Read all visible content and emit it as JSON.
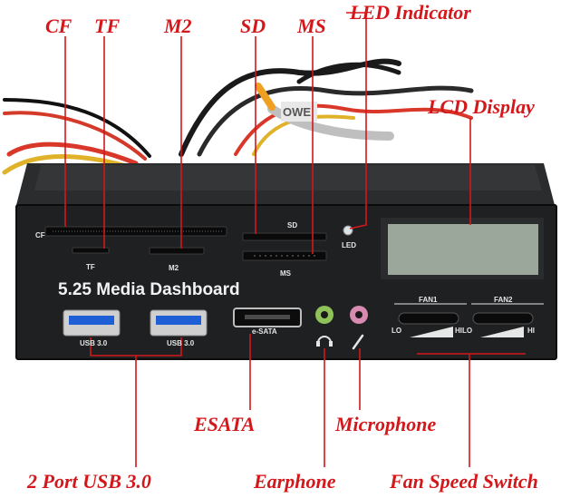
{
  "callouts": {
    "cf": "CF",
    "tf": "TF",
    "m2": "M2",
    "sd": "SD",
    "ms": "MS",
    "led": "LED Indicator",
    "lcd": "LCD Display",
    "esata": "ESATA",
    "microphone": "Microphone",
    "usb": "2 Port USB 3.0",
    "earphone": "Earphone",
    "fan": "Fan Speed Switch"
  },
  "panel": {
    "title": "5.25 Media Dashboard",
    "cf": "CF",
    "tf": "TF",
    "m2": "M2",
    "sd": "SD",
    "ms": "MS",
    "led": "LED",
    "usb1": "USB 3.0",
    "usb2": "USB 3.0",
    "esata": "e-SATA",
    "fan1": "FAN1",
    "fan2": "FAN2",
    "lo1": "LO",
    "hilo": "HILO",
    "hi2": "HI"
  },
  "cable_label": "OWE",
  "colors": {
    "callout": "#d4171b",
    "panel": "#1f2022",
    "lcd": "#9aa79a",
    "usb_blue": "#1f5fd6",
    "audio_green": "#8fc35a",
    "audio_pink": "#d78bb0"
  }
}
